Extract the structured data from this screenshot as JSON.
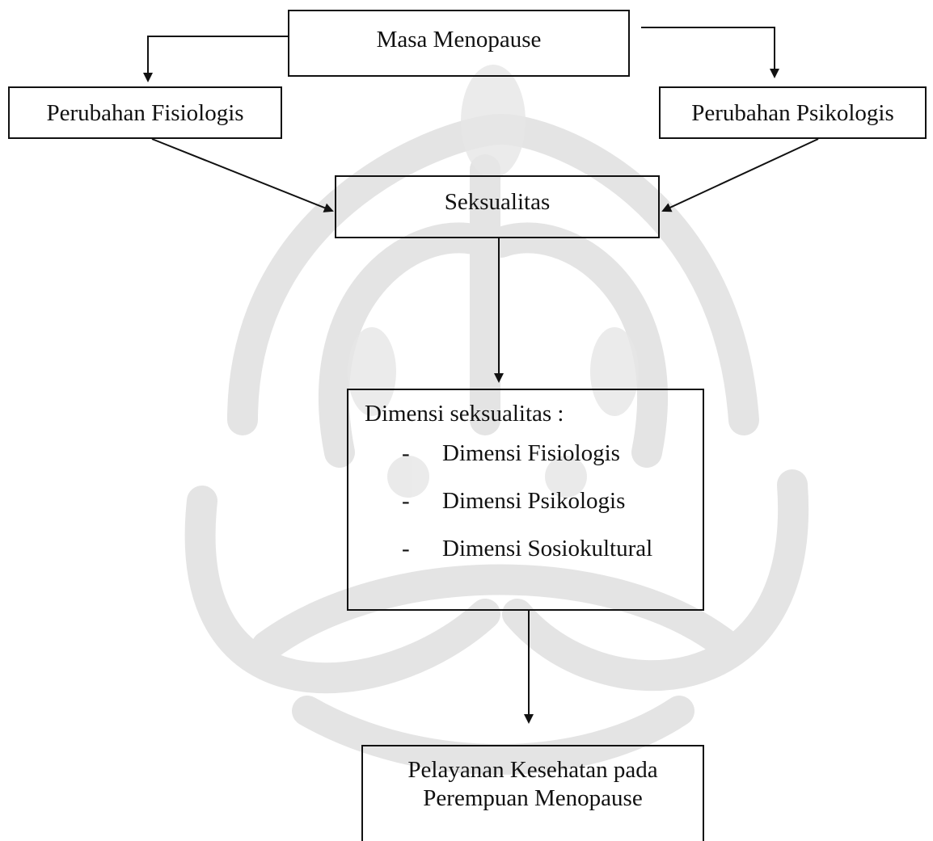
{
  "diagram": {
    "masa_menopause": "Masa Menopause",
    "perubahan_fisiologis": "Perubahan Fisiologis",
    "perubahan_psikologis": "Perubahan Psikologis",
    "seksualitas": "Seksualitas",
    "dimensi": {
      "heading": "Dimensi seksualitas :",
      "items": [
        {
          "bullet": "-",
          "label": "Dimensi Fisiologis"
        },
        {
          "bullet": "-",
          "label": "Dimensi Psikologis"
        },
        {
          "bullet": "-",
          "label": "Dimensi Sosiokultural"
        }
      ]
    },
    "pelayanan": {
      "line1": "Pelayanan Kesehatan pada",
      "line2": "Perempuan Menopause"
    }
  },
  "colors": {
    "stroke": "#111111",
    "watermark": "#d9d9d9",
    "background": "#ffffff"
  },
  "watermark_icon": "university-emblem-watermark"
}
